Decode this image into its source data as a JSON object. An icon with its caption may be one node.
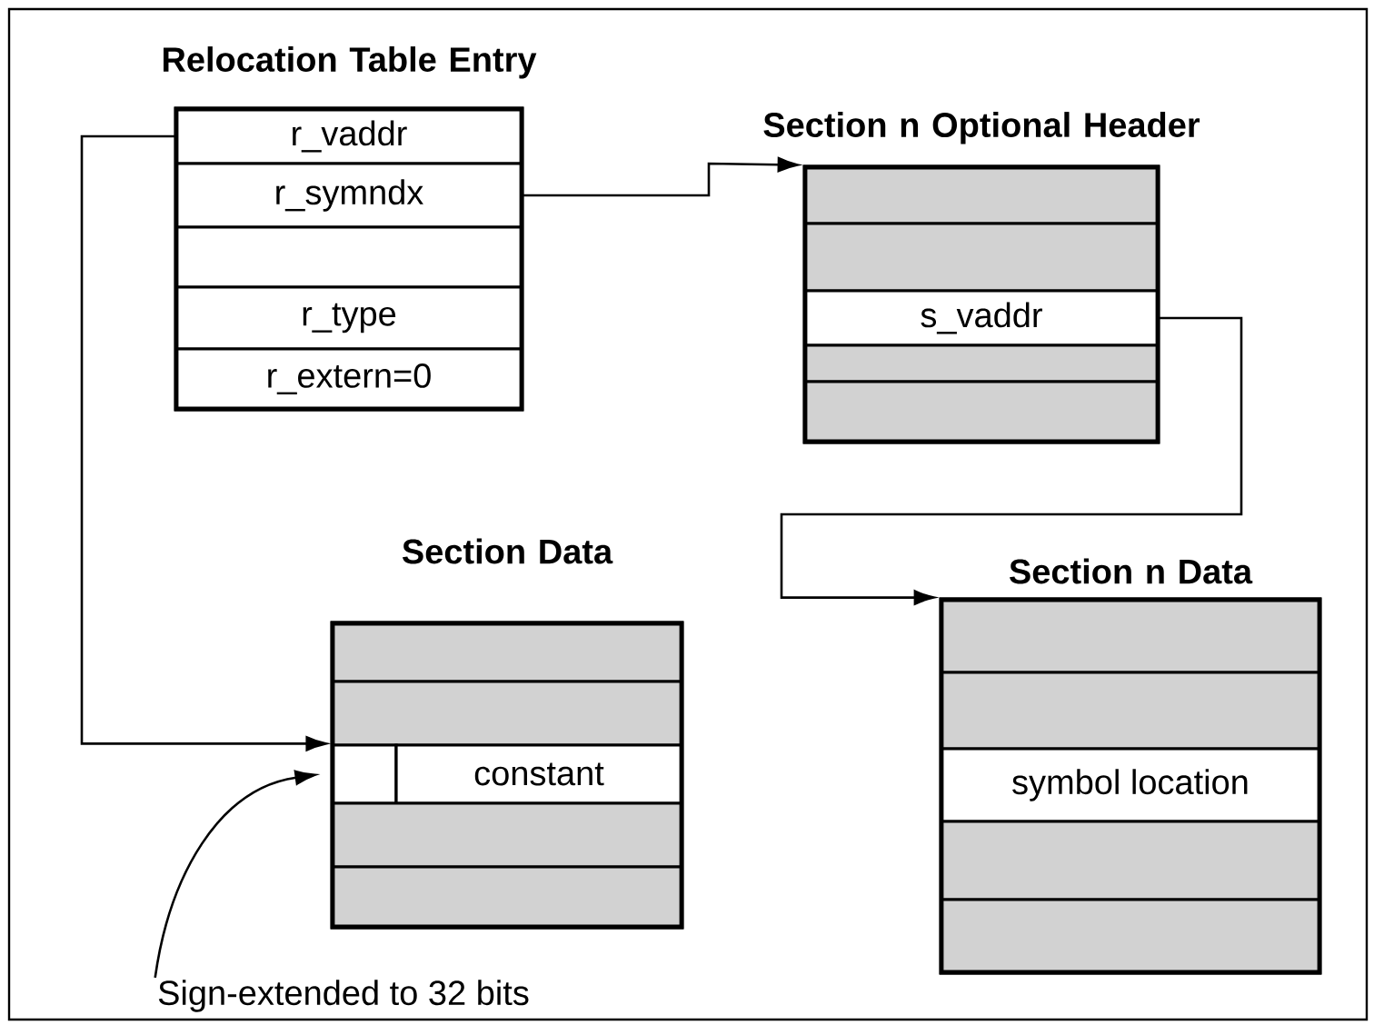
{
  "diagram": {
    "nodes": [
      {
        "text": [
          "Relocation Table Entry"
        ]
      },
      {
        "text": [
          "r_vaddr"
        ],
        "in": 0
      },
      {
        "text": [
          "r_symndx"
        ],
        "in": 0
      },
      {
        "text": [],
        "shape": "box",
        "in": 0
      },
      {
        "text": [
          "r_type"
        ],
        "in": 0
      },
      {
        "text": [
          "r_extern=0"
        ],
        "in": 0
      },
      {
        "text": [
          "Section n Optional Header"
        ]
      },
      {
        "text": [],
        "shape": "bar",
        "in": 6
      },
      {
        "text": [],
        "shape": "bar",
        "in": 6
      },
      {
        "text": [
          "s_vaddr"
        ],
        "in": 6
      },
      {
        "text": [],
        "shape": "bar",
        "in": 6
      },
      {
        "text": [],
        "shape": "bar",
        "in": 6
      },
      {
        "text": [
          "Section Data"
        ]
      },
      {
        "text": [],
        "shape": "bar",
        "in": 12
      },
      {
        "text": [],
        "shape": "bar",
        "in": 12
      },
      {
        "text": [],
        "shape": "box",
        "in": 12
      },
      {
        "text": [
          "constant"
        ],
        "in": 12
      },
      {
        "text": [],
        "shape": "bar",
        "in": 12
      },
      {
        "text": [],
        "shape": "bar",
        "in": 12
      },
      {
        "text": [
          "Section n Data"
        ]
      },
      {
        "text": [],
        "shape": "bar",
        "in": 19
      },
      {
        "text": [],
        "shape": "bar",
        "in": 19
      },
      {
        "text": [
          "symbol location"
        ],
        "in": 19
      },
      {
        "text": [],
        "shape": "bar",
        "in": 19
      },
      {
        "text": [],
        "shape": "bar",
        "in": 19
      },
      {
        "text": [
          "Sign-extended to 32 bits"
        ]
      }
    ],
    "edges": [
      {
        "from": 1,
        "to": 15,
        "arrow": "to"
      },
      {
        "from": 2,
        "to": 6,
        "arrow": "to"
      },
      {
        "from": 9,
        "to": 19,
        "arrow": "to"
      },
      {
        "from": 25,
        "to": 15,
        "arrow": "to"
      }
    ]
  }
}
